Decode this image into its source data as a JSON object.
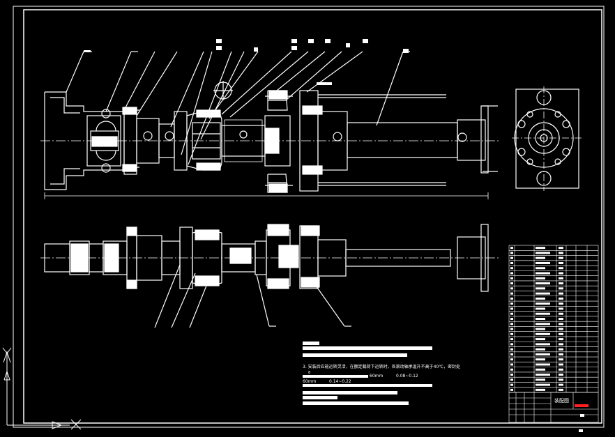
{
  "drawing": {
    "title_block_name": "装配图",
    "notes": {
      "line3": "3. 安装后应能运转灵活，在额定载荷下运转时，各滚动轴承温升不高于40℃，密封处",
      "dim_a": "60mm",
      "dim_b": "0.08~0.12",
      "dim_c": "60mm",
      "dim_d": "0.14~0.22"
    },
    "colors": {
      "background": "#000000",
      "lines": "#ffffff",
      "title_mark": "#ff2020"
    }
  }
}
